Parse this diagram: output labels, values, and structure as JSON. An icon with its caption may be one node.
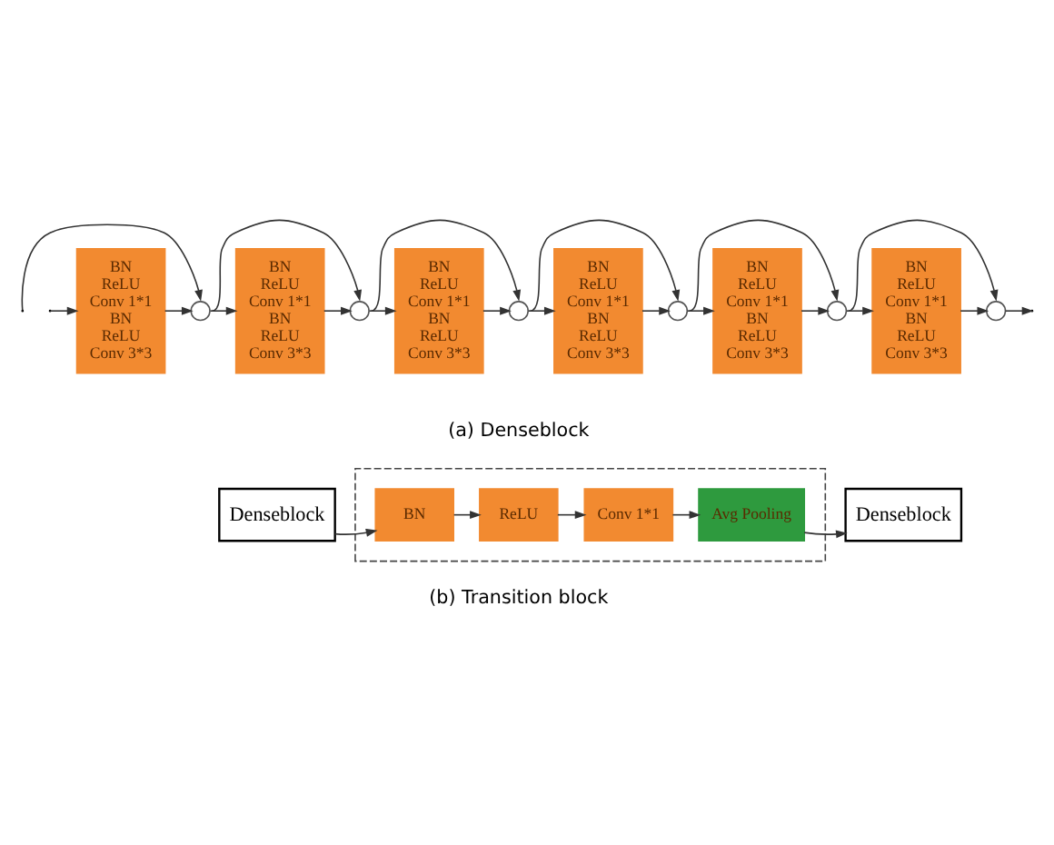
{
  "diagram": {
    "nodes": [
      {
        "text": [
          "BN",
          "ReLU",
          "Conv 1*1",
          "BN",
          "ReLU",
          "Conv 3*3"
        ]
      },
      {
        "text": [],
        "shape": "circle"
      },
      {
        "text": [
          "BN",
          "ReLU",
          "Conv 1*1",
          "BN",
          "ReLU",
          "Conv 3*3"
        ]
      },
      {
        "text": [],
        "shape": "circle"
      },
      {
        "text": [
          "BN",
          "ReLU",
          "Conv 1*1",
          "BN",
          "ReLU",
          "Conv 3*3"
        ]
      },
      {
        "text": [],
        "shape": "circle"
      },
      {
        "text": [
          "BN",
          "ReLU",
          "Conv 1*1",
          "BN",
          "ReLU",
          "Conv 3*3"
        ]
      },
      {
        "text": [],
        "shape": "circle"
      },
      {
        "text": [
          "BN",
          "ReLU",
          "Conv 1*1",
          "BN",
          "ReLU",
          "Conv 3*3"
        ]
      },
      {
        "text": [],
        "shape": "circle"
      },
      {
        "text": [
          "BN",
          "ReLU",
          "Conv 1*1",
          "BN",
          "ReLU",
          "Conv 3*3"
        ]
      },
      {
        "text": [],
        "shape": "circle"
      },
      {
        "text": [
          "Denseblock"
        ]
      },
      {
        "text": [],
        "shape": "box"
      },
      {
        "text": [
          "BN"
        ],
        "in": 13
      },
      {
        "text": [
          "ReLU"
        ],
        "in": 13
      },
      {
        "text": [
          "Conv 1*1"
        ],
        "in": 13
      },
      {
        "text": [
          "Avg Pooling"
        ],
        "in": 13
      },
      {
        "text": [
          "Denseblock"
        ]
      }
    ],
    "edges": [
      {
        "from": null,
        "to": 0,
        "arrow": "to"
      },
      {
        "from": null,
        "to": 1,
        "arrow": "to"
      },
      {
        "from": 0,
        "to": 1,
        "arrow": "to"
      },
      {
        "from": 1,
        "to": 2,
        "arrow": "to"
      },
      {
        "from": 1,
        "to": 3,
        "arrow": "to"
      },
      {
        "from": 2,
        "to": 3,
        "arrow": "to"
      },
      {
        "from": 3,
        "to": 4,
        "arrow": "to"
      },
      {
        "from": 3,
        "to": 5,
        "arrow": "to"
      },
      {
        "from": 4,
        "to": 5,
        "arrow": "to"
      },
      {
        "from": 5,
        "to": 6,
        "arrow": "to"
      },
      {
        "from": 5,
        "to": 7,
        "arrow": "to"
      },
      {
        "from": 6,
        "to": 7,
        "arrow": "to"
      },
      {
        "from": 7,
        "to": 8,
        "arrow": "to"
      },
      {
        "from": 7,
        "to": 9,
        "arrow": "to"
      },
      {
        "from": 8,
        "to": 9,
        "arrow": "to"
      },
      {
        "from": 9,
        "to": 10,
        "arrow": "to"
      },
      {
        "from": 9,
        "to": 11,
        "arrow": "to"
      },
      {
        "from": 10,
        "to": 11,
        "arrow": "to"
      },
      {
        "from": 11,
        "to": null,
        "arrow": "to"
      },
      {
        "from": 12,
        "to": 14,
        "arrow": "to"
      },
      {
        "from": 14,
        "to": 15,
        "arrow": "to"
      },
      {
        "from": 15,
        "to": 16,
        "arrow": "to"
      },
      {
        "from": 16,
        "to": 17,
        "arrow": "to"
      },
      {
        "from": 17,
        "to": 18,
        "arrow": "to"
      }
    ],
    "labels": [
      "(a) Denseblock",
      "(b) Transition block"
    ]
  }
}
